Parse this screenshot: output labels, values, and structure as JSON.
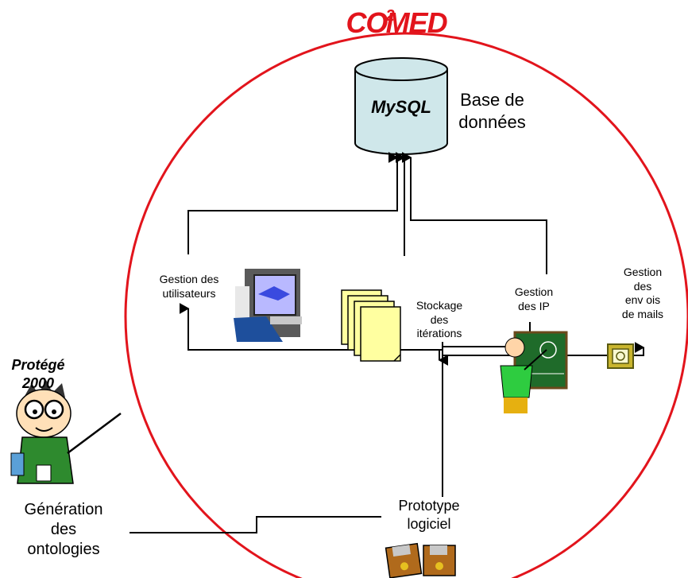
{
  "title": {
    "prefix": "CO",
    "sup": "2",
    "suffix": "MED",
    "color": "#e2141c"
  },
  "database": {
    "engine": "MySQL",
    "label_line1": "Base de",
    "label_line2": "données",
    "fill": "#cfe7ea"
  },
  "modules": {
    "users": {
      "line1": "Gestion des",
      "line2": "utilisateurs"
    },
    "storage": {
      "line1": "Stockage",
      "line2": "des",
      "line3": "itérations"
    },
    "ip": {
      "line1": "Gestion",
      "line2": "des IP"
    },
    "mails": {
      "line1": "Gestion",
      "line2": "des",
      "line3": "env ois",
      "line4": "de mails"
    }
  },
  "prototype": {
    "line1": "Prototype",
    "line2": "logiciel"
  },
  "protege": {
    "line1": "Protégé",
    "line2": "2000"
  },
  "generation": {
    "line1": "Génération",
    "line2": "des",
    "line3": "ontologies"
  },
  "colors": {
    "circle": "#e2141c",
    "lines": "#000000",
    "card": "#ffffa0",
    "board": "#1f6b2a",
    "shirt": "#2ecc40"
  },
  "icons": [
    "database-icon",
    "computer-user-icon",
    "stacked-pages-icon",
    "teacher-board-icon",
    "mail-icon",
    "professor-cartoon-icon",
    "floppy-disk-icon"
  ]
}
